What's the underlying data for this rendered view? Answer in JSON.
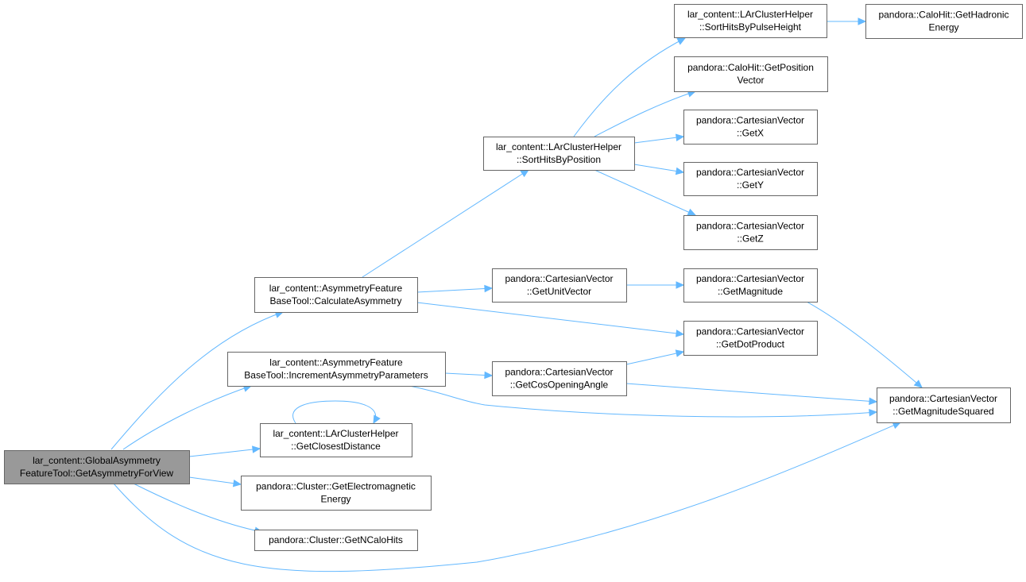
{
  "nodes": [
    {
      "id": "root",
      "lines": [
        "lar_content::GlobalAsymmetry",
        "FeatureTool::GetAsymmetryForView"
      ],
      "root": true
    },
    {
      "id": "calcasym",
      "lines": [
        "lar_content::AsymmetryFeature",
        "BaseTool::CalculateAsymmetry"
      ]
    },
    {
      "id": "incasym",
      "lines": [
        "lar_content::AsymmetryFeature",
        "BaseTool::IncrementAsymmetryParameters"
      ]
    },
    {
      "id": "closest",
      "lines": [
        "lar_content::LArClusterHelper",
        "::GetClosestDistance"
      ]
    },
    {
      "id": "emenergy",
      "lines": [
        "pandora::Cluster::GetElectromagnetic",
        "Energy"
      ]
    },
    {
      "id": "ncalohits",
      "lines": [
        "pandora::Cluster::GetNCaloHits"
      ]
    },
    {
      "id": "sortpos",
      "lines": [
        "lar_content::LArClusterHelper",
        "::SortHitsByPosition"
      ]
    },
    {
      "id": "unitvec",
      "lines": [
        "pandora::CartesianVector",
        "::GetUnitVector"
      ]
    },
    {
      "id": "cosopen",
      "lines": [
        "pandora::CartesianVector",
        "::GetCosOpeningAngle"
      ]
    },
    {
      "id": "sortpulse",
      "lines": [
        "lar_content::LArClusterHelper",
        "::SortHitsByPulseHeight"
      ]
    },
    {
      "id": "posvec",
      "lines": [
        "pandora::CaloHit::GetPosition",
        "Vector"
      ]
    },
    {
      "id": "getx",
      "lines": [
        "pandora::CartesianVector",
        "::GetX"
      ]
    },
    {
      "id": "gety",
      "lines": [
        "pandora::CartesianVector",
        "::GetY"
      ]
    },
    {
      "id": "getz",
      "lines": [
        "pandora::CartesianVector",
        "::GetZ"
      ]
    },
    {
      "id": "magnitude",
      "lines": [
        "pandora::CartesianVector",
        "::GetMagnitude"
      ]
    },
    {
      "id": "dotprod",
      "lines": [
        "pandora::CartesianVector",
        "::GetDotProduct"
      ]
    },
    {
      "id": "hadronic",
      "lines": [
        "pandora::CaloHit::GetHadronic",
        "Energy"
      ]
    },
    {
      "id": "magsq",
      "lines": [
        "pandora::CartesianVector",
        "::GetMagnitudeSquared"
      ]
    }
  ],
  "edges": [
    {
      "from": "root",
      "to": "calcasym"
    },
    {
      "from": "root",
      "to": "incasym"
    },
    {
      "from": "root",
      "to": "closest"
    },
    {
      "from": "root",
      "to": "emenergy"
    },
    {
      "from": "root",
      "to": "ncalohits"
    },
    {
      "from": "root",
      "to": "magsq"
    },
    {
      "from": "calcasym",
      "to": "sortpos"
    },
    {
      "from": "calcasym",
      "to": "unitvec"
    },
    {
      "from": "calcasym",
      "to": "dotprod"
    },
    {
      "from": "incasym",
      "to": "cosopen"
    },
    {
      "from": "incasym",
      "to": "magsq"
    },
    {
      "from": "closest",
      "to": "closest"
    },
    {
      "from": "sortpos",
      "to": "sortpulse"
    },
    {
      "from": "sortpos",
      "to": "posvec"
    },
    {
      "from": "sortpos",
      "to": "getx"
    },
    {
      "from": "sortpos",
      "to": "gety"
    },
    {
      "from": "sortpos",
      "to": "getz"
    },
    {
      "from": "sortpulse",
      "to": "hadronic"
    },
    {
      "from": "unitvec",
      "to": "magnitude"
    },
    {
      "from": "cosopen",
      "to": "dotprod"
    },
    {
      "from": "cosopen",
      "to": "magsq"
    },
    {
      "from": "magnitude",
      "to": "magsq"
    }
  ]
}
